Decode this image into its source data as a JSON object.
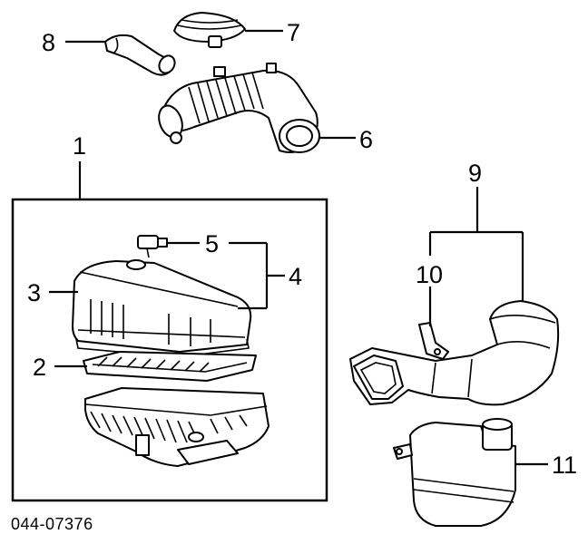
{
  "labels": {
    "l1": "1",
    "l2": "2",
    "l3": "3",
    "l4": "4",
    "l5": "5",
    "l6": "6",
    "l7": "7",
    "l8": "8",
    "l9": "9",
    "l10": "10",
    "l11": "11"
  },
  "diagram_code": "044-07376"
}
